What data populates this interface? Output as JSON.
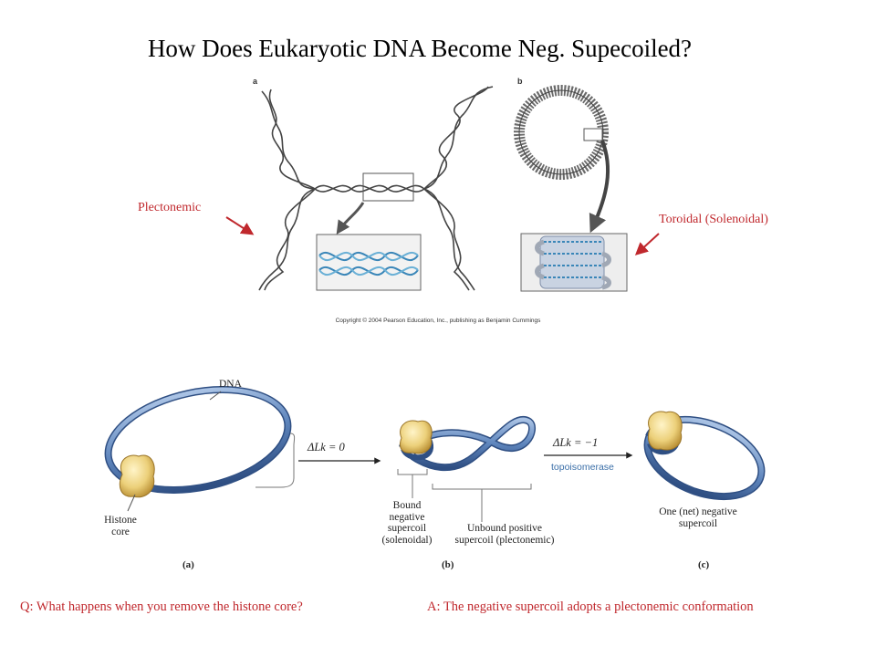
{
  "slide": {
    "title": "How Does Eukaryotic DNA Become Neg. Supecoiled?"
  },
  "top_figure": {
    "panel_a": "a",
    "panel_b": "b",
    "label_left": "Plectonemic",
    "label_right": "Toroidal (Solenoidal)",
    "copyright": "Copyright © 2004 Pearson Education, Inc., publishing as Benjamin Cummings"
  },
  "bottom_figure": {
    "dna_label": "DNA",
    "histone_line1": "Histone",
    "histone_line2": "core",
    "eq1": "ΔLk = 0",
    "eq2": "ΔLk = −1",
    "topoisomerase": "topoisomerase",
    "bound_lines": [
      "Bound",
      "negative",
      "supercoil",
      "(solenoidal)"
    ],
    "unbound_lines": [
      "Unbound positive",
      "supercoil (plectonemic)"
    ],
    "net_lines": [
      "One (net) negative",
      "supercoil"
    ],
    "cap_a": "(a)",
    "cap_b": "(b)",
    "cap_c": "(c)"
  },
  "qa": {
    "question": "Q: What happens when you remove the histone core?",
    "answer": "A: The negative supercoil adopts a plectonemic conformation"
  },
  "colors": {
    "accent_red": "#c0282d",
    "dna_blue": "#5f86bd",
    "histone_yellow": "#ecd07a"
  }
}
